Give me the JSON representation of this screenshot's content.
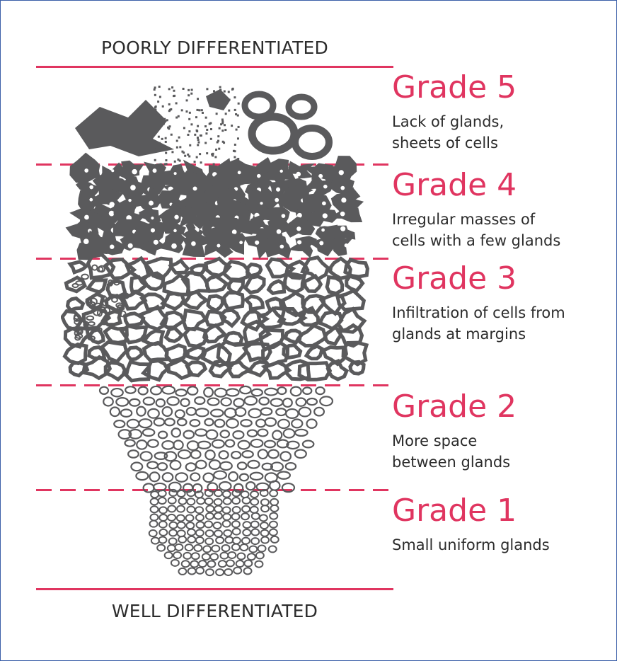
{
  "top_label": "POORLY DIFFERENTIATED",
  "bottom_label": "WELL DIFFERENTIATED",
  "grades": [
    {
      "title": "Grade 5",
      "desc_lines": [
        "Lack of glands,",
        "sheets of cells"
      ]
    },
    {
      "title": "Grade 4",
      "desc_lines": [
        "Irregular masses of",
        "cells with a few glands"
      ]
    },
    {
      "title": "Grade 3",
      "desc_lines": [
        "Infiltration of cells from",
        "glands at margins"
      ]
    },
    {
      "title": "Grade 2",
      "desc_lines": [
        "More space",
        "between glands"
      ]
    },
    {
      "title": "Grade 1",
      "desc_lines": [
        "Small uniform glands"
      ]
    }
  ],
  "colors": {
    "accent": "#e03560",
    "text": "#2c2c2c",
    "tissue": "#5a5a5c",
    "frame": "#3b5fa8"
  }
}
